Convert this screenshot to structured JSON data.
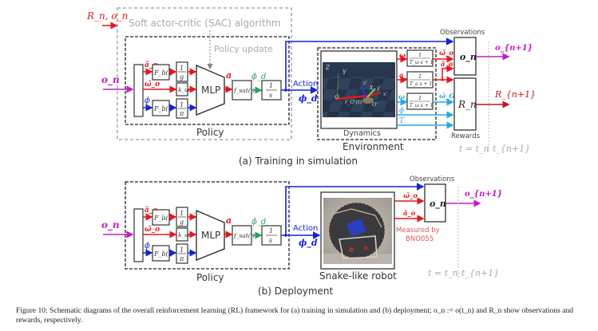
{
  "training": {
    "sac_label": "Soft actor-critic (SAC) algorithm",
    "sac_input": "R_n, o_n",
    "policy_update": "Policy update",
    "policy_label": "Policy",
    "input_obs": "o_n",
    "policy_signals": {
      "a_tilde": "ã_o",
      "omega_tilde": "ω̃_o",
      "phi": "ϕ",
      "a": "a",
      "phi_dot": "ϕ̇_d"
    },
    "blocks": {
      "fb1": "F_b(·)",
      "fb2": "F_b(·)",
      "inv_g_num": "1",
      "inv_g_den": "g",
      "k_omega": "k_ω",
      "inv_pi_num": "1",
      "inv_pi_den": "π",
      "mlp": "MLP",
      "fsat": "f_sat(·)",
      "int_num": "1",
      "int_den": "s"
    },
    "action_label": "Action",
    "action_signal": "ϕ_d",
    "environment_label": "Environment",
    "dynamics_label": "Dynamics",
    "sim_axes": {
      "Z": "Z",
      "Y": "Y",
      "O": "O",
      "r": "r_O'(t)",
      "z1": "z'",
      "X": "X",
      "y1": "y'",
      "x1": "x'",
      "O1": "O'"
    },
    "env_signals": {
      "omega_o": "ω_o",
      "a_o": "a_o",
      "omega_G": "ω_G",
      "phi": "ϕ",
      "T": "T"
    },
    "filters": [
      {
        "num": "1",
        "den": "T_ω s + 1"
      },
      {
        "num": "1",
        "den": "T_a s + 1"
      },
      {
        "num": "1",
        "den": "T_ω s + 1"
      }
    ],
    "filtered_signals": {
      "omega_o": "ω̃_o",
      "a_o": "ã_o",
      "omega_G": "ω̃_G"
    },
    "observations_label": "Observations",
    "obs_block": "o_n",
    "rewards_label": "Rewards",
    "reward_block": "R_n",
    "out_obs": "o_{n+1}",
    "out_reward": "R_{n+1}",
    "time_now": "t = t_n",
    "time_next": "t_{n+1}",
    "subcaption": "(a) Training in simulation"
  },
  "deployment": {
    "policy_label": "Policy",
    "input_obs": "o_n",
    "action_label": "Action",
    "action_signal": "ϕ_d",
    "robot_label": "Snake-like robot",
    "signals": {
      "omega_o": "ω̃_o",
      "a_o": "ã_o"
    },
    "measured_by": [
      "Measured by",
      "BNO055"
    ],
    "observations_label": "Observations",
    "obs_block": "o_n",
    "out_obs": "o_{n+1}",
    "time_now": "t = t_n",
    "time_next": "t_{n+1}",
    "subcaption": "(b) Deployment"
  },
  "figure_caption": "Figure 10: Schematic diagrams of the overall reinforcement learning (RL) framework for (a) training in simulation and (b) deployment; o_n := o(t_n) and R_n show observations and rewards, respectively.",
  "colors": {
    "red": "#e8161c",
    "blue": "#1424d6",
    "magenta": "#c21bc9",
    "green": "#27a25a",
    "cyan": "#29a8e0",
    "darkred": "#c0171c",
    "gray": "#999999"
  }
}
